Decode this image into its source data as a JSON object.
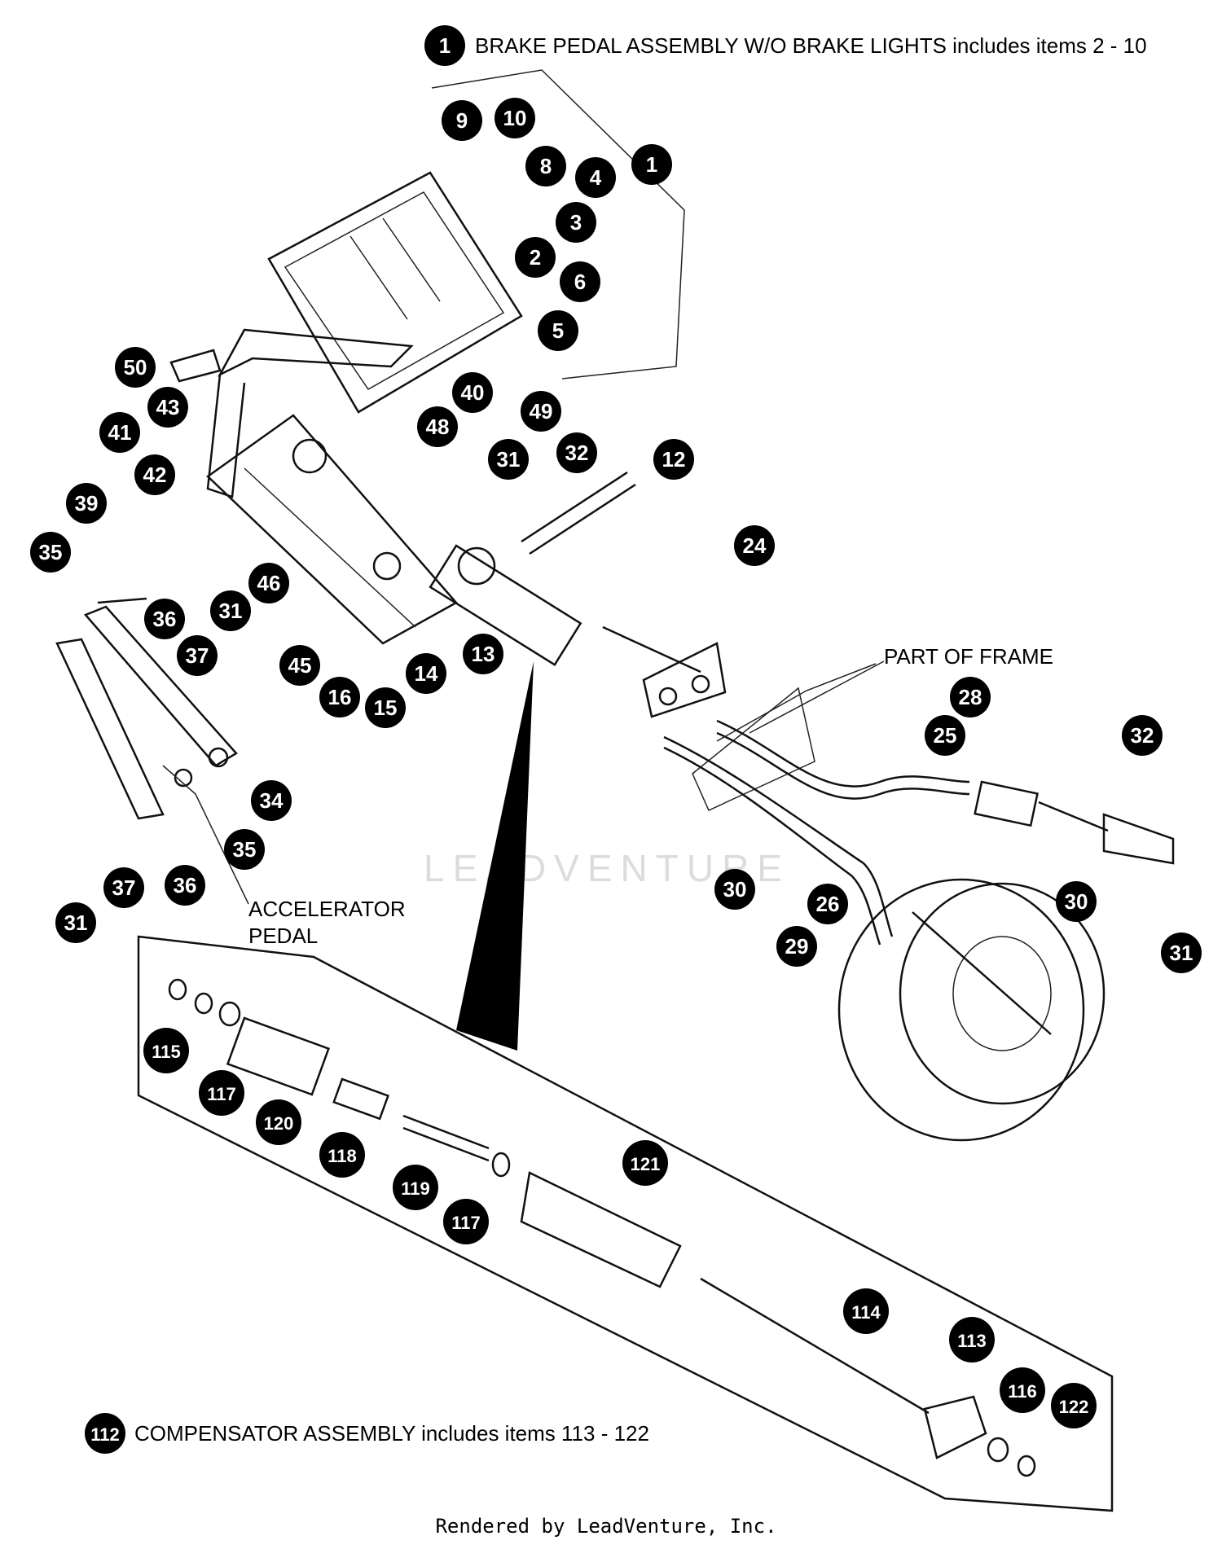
{
  "header": {
    "assembly_number": "1",
    "assembly_title": "BRAKE PEDAL ASSEMBLY W/O BRAKE LIGHTS includes items 2 - 10"
  },
  "labels": {
    "part_of_frame": "PART OF FRAME",
    "accelerator_line1": "ACCELERATOR",
    "accelerator_line2": "PEDAL"
  },
  "compensator": {
    "assembly_number": "112",
    "assembly_title": "COMPENSATOR ASSEMBLY includes items 113 - 122"
  },
  "watermark": "LEADVENTURE",
  "footer": "Rendered by LeadVenture, Inc.",
  "callouts": [
    "1",
    "9",
    "10",
    "8",
    "4",
    "3",
    "2",
    "6",
    "5",
    "50",
    "40",
    "43",
    "48",
    "49",
    "41",
    "31",
    "32",
    "12",
    "42",
    "39",
    "35",
    "24",
    "46",
    "36",
    "31",
    "37",
    "45",
    "16",
    "15",
    "14",
    "13",
    "28",
    "25",
    "32",
    "34",
    "35",
    "30",
    "30",
    "31",
    "37",
    "36",
    "31",
    "26",
    "29",
    "115",
    "117",
    "120",
    "118",
    "119",
    "117",
    "121",
    "114",
    "113",
    "116",
    "122"
  ]
}
